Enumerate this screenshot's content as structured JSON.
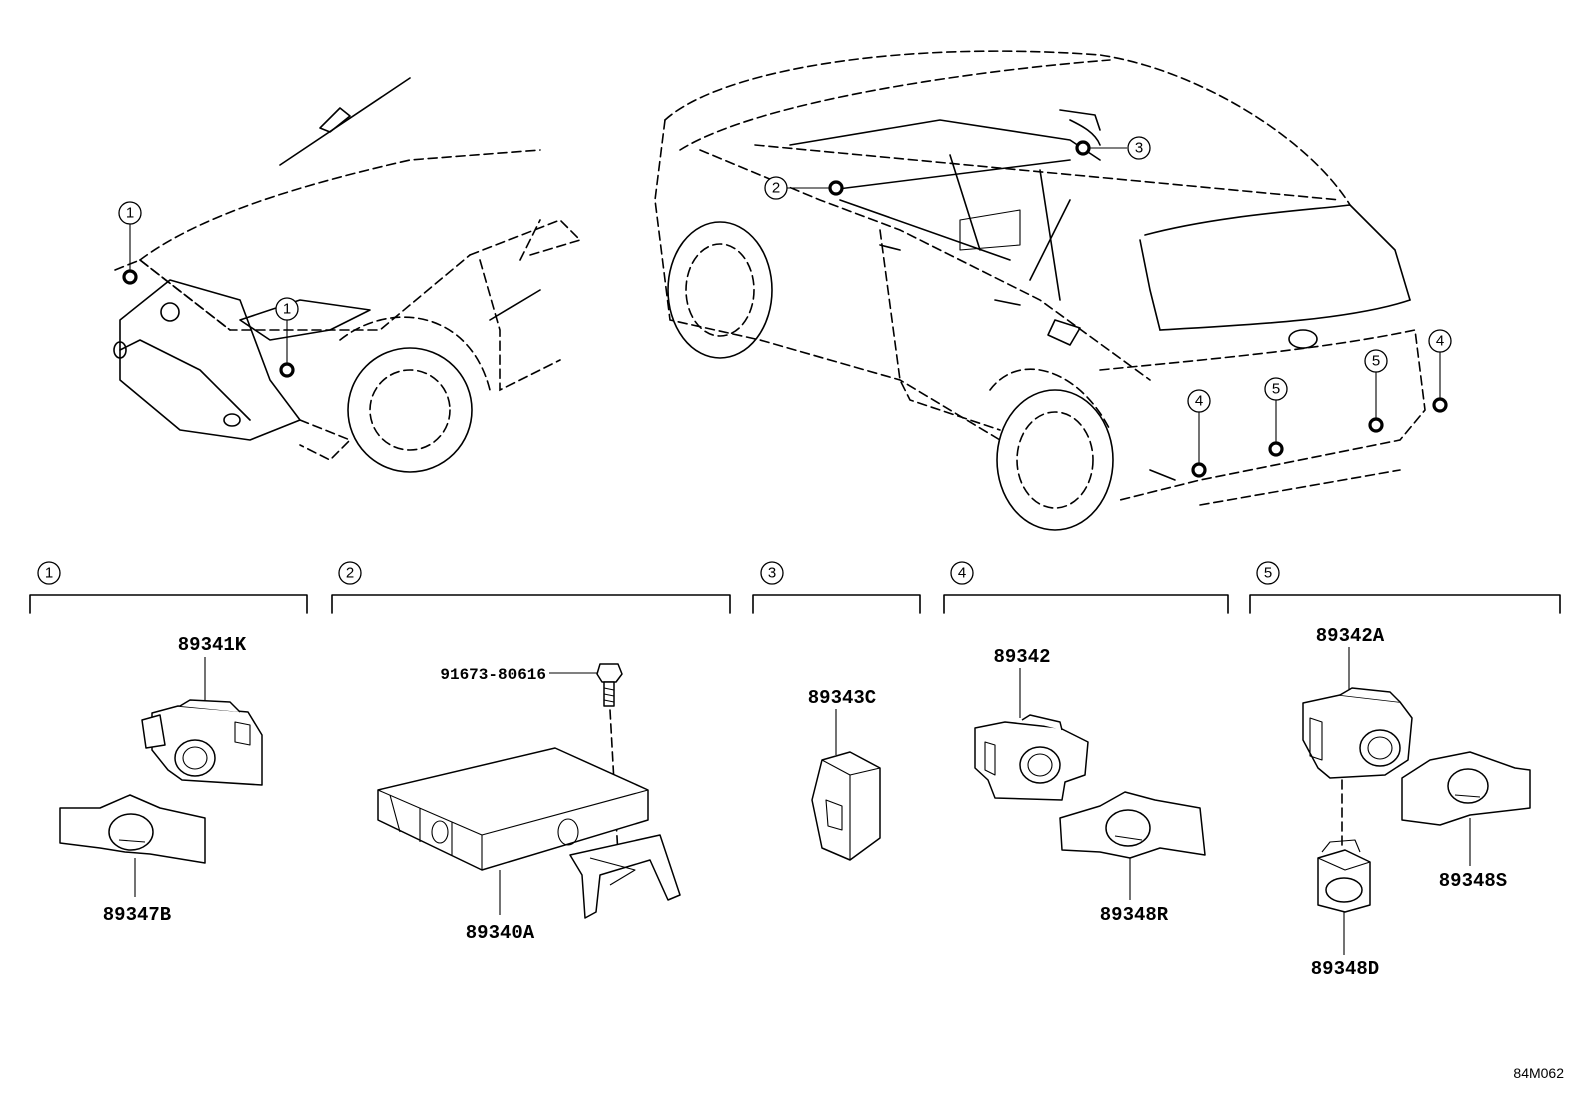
{
  "callouts": [
    "1",
    "2",
    "3",
    "4",
    "5"
  ],
  "groups": [
    {
      "number": "1",
      "parts": [
        "89341K",
        "89347B"
      ]
    },
    {
      "number": "2",
      "parts": [
        "91673-80616",
        "89340A"
      ]
    },
    {
      "number": "3",
      "parts": [
        "89343C"
      ]
    },
    {
      "number": "4",
      "parts": [
        "89342",
        "89348R"
      ]
    },
    {
      "number": "5",
      "parts": [
        "89342A",
        "89348S",
        "89348D"
      ]
    }
  ],
  "reference_code": "84M062"
}
